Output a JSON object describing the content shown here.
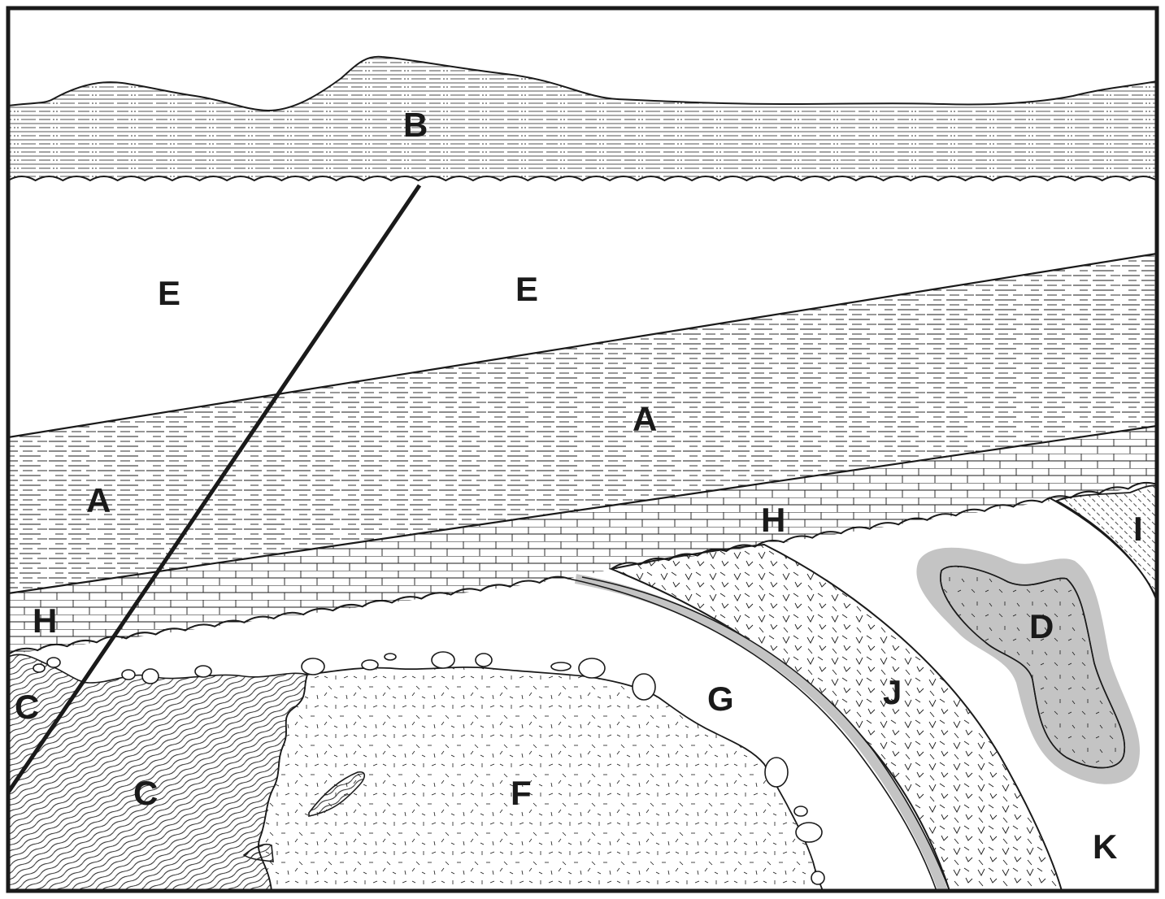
{
  "diagram": {
    "labels": {
      "b": "B",
      "e_left": "E",
      "e_right": "E",
      "a_right": "A",
      "a_left": "A",
      "h_left": "H",
      "h_right": "H",
      "i": "I",
      "c_left": "C",
      "c_main": "C",
      "d": "D",
      "f": "F",
      "g": "G",
      "j": "J",
      "k": "K"
    },
    "colors": {
      "ink": "#1a1a1a",
      "contact_halo": "#c4c4c4",
      "background": "#ffffff"
    }
  }
}
